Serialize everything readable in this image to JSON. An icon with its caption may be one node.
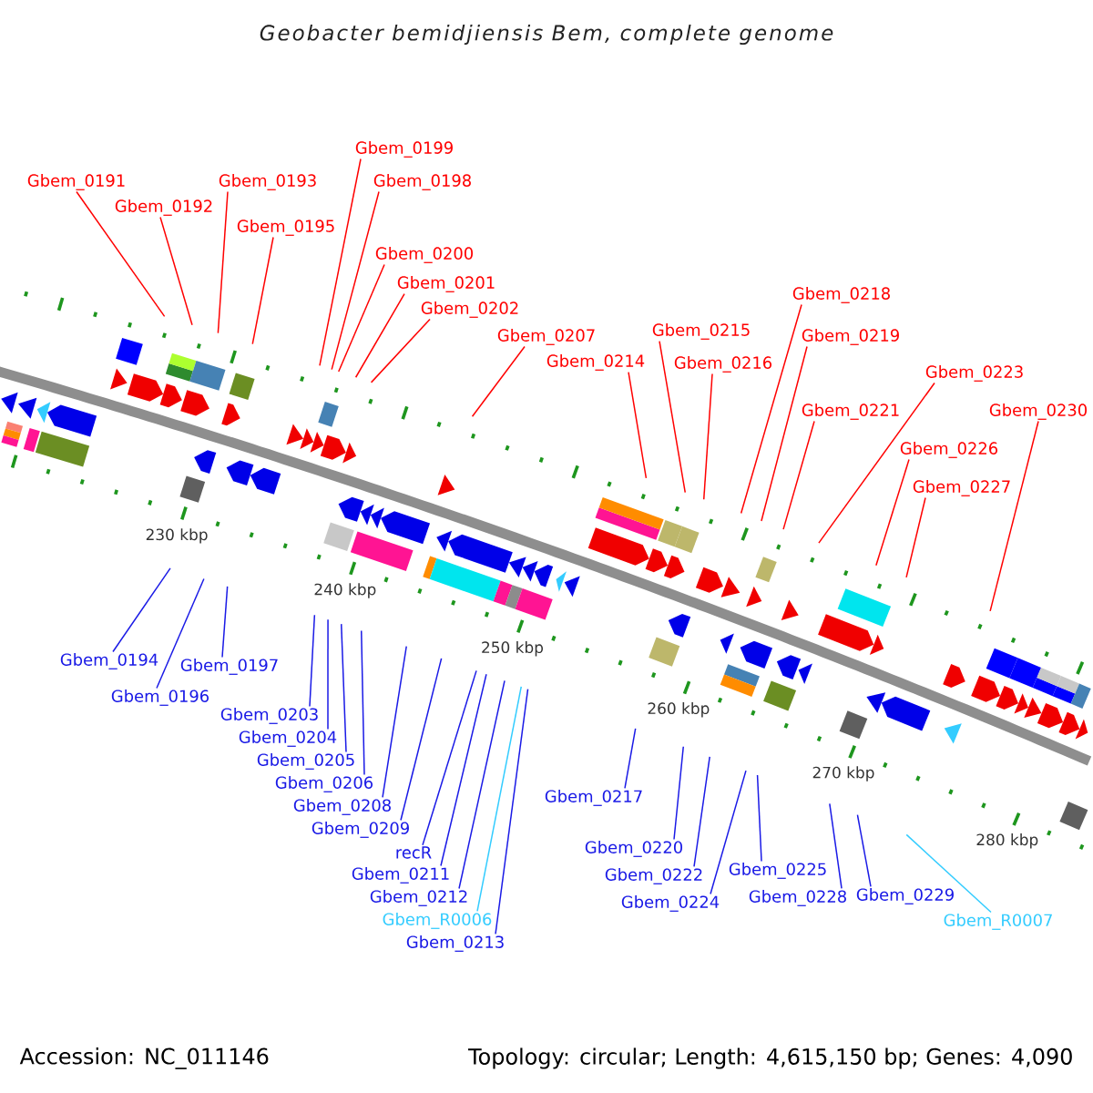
{
  "diagram": {
    "title": "Geobacter bemidjiensis Bem, complete genome",
    "nodes": [
      {
        "text": [
          "Gbem_0191"
        ]
      },
      {
        "text": [
          "Gbem_0192"
        ]
      },
      {
        "text": [
          "Gbem_0193"
        ]
      },
      {
        "text": [
          "Gbem_0194"
        ]
      },
      {
        "text": [
          "Gbem_0195"
        ]
      },
      {
        "text": [
          "Gbem_0196"
        ]
      },
      {
        "text": [
          "Gbem_0197"
        ]
      },
      {
        "text": [
          "Gbem_0198"
        ]
      },
      {
        "text": [
          "Gbem_0199"
        ]
      },
      {
        "text": [
          "Gbem_0200"
        ]
      },
      {
        "text": [
          "Gbem_0201"
        ]
      },
      {
        "text": [
          "Gbem_0202"
        ]
      },
      {
        "text": [
          "Gbem_0203"
        ]
      },
      {
        "text": [
          "Gbem_0204"
        ]
      },
      {
        "text": [
          "Gbem_0205"
        ]
      },
      {
        "text": [
          "Gbem_0206"
        ]
      },
      {
        "text": [
          "Gbem_0207"
        ]
      },
      {
        "text": [
          "Gbem_0208"
        ]
      },
      {
        "text": [
          "Gbem_0209"
        ]
      },
      {
        "text": [
          "recR"
        ]
      },
      {
        "text": [
          "Gbem_0211"
        ]
      },
      {
        "text": [
          "Gbem_0212"
        ]
      },
      {
        "text": [
          "Gbem_R0006"
        ]
      },
      {
        "text": [
          "Gbem_0213"
        ]
      },
      {
        "text": [
          "Gbem_0214"
        ]
      },
      {
        "text": [
          "Gbem_0215"
        ]
      },
      {
        "text": [
          "Gbem_0216"
        ]
      },
      {
        "text": [
          "Gbem_0217"
        ]
      },
      {
        "text": [
          "Gbem_0218"
        ]
      },
      {
        "text": [
          "Gbem_0219"
        ]
      },
      {
        "text": [
          "Gbem_0220"
        ]
      },
      {
        "text": [
          "Gbem_0221"
        ]
      },
      {
        "text": [
          "Gbem_0222"
        ]
      },
      {
        "text": [
          "Gbem_0223"
        ]
      },
      {
        "text": [
          "Gbem_0224"
        ]
      },
      {
        "text": [
          "Gbem_0225"
        ]
      },
      {
        "text": [
          "Gbem_0226"
        ]
      },
      {
        "text": [
          "Gbem_0227"
        ]
      },
      {
        "text": [
          "Gbem_0228"
        ]
      },
      {
        "text": [
          "Gbem_0229"
        ]
      },
      {
        "text": [
          "Gbem_0230"
        ]
      },
      {
        "text": [
          "Gbem_R0007"
        ]
      }
    ],
    "edges": [
      {
        "from": 0,
        "to": null,
        "arrow": "none",
        "color": "#ff0000"
      },
      {
        "from": 1,
        "to": null,
        "arrow": "none",
        "color": "#ff0000"
      },
      {
        "from": 2,
        "to": null,
        "arrow": "none",
        "color": "#ff0000"
      },
      {
        "from": 3,
        "to": null,
        "arrow": "none",
        "color": "#1a1ae6"
      },
      {
        "from": 4,
        "to": null,
        "arrow": "none",
        "color": "#ff0000"
      },
      {
        "from": 5,
        "to": null,
        "arrow": "none",
        "color": "#1a1ae6"
      },
      {
        "from": 6,
        "to": null,
        "arrow": "none",
        "color": "#1a1ae6"
      },
      {
        "from": 7,
        "to": null,
        "arrow": "none",
        "color": "#ff0000"
      },
      {
        "from": 8,
        "to": null,
        "arrow": "none",
        "color": "#ff0000"
      },
      {
        "from": 9,
        "to": null,
        "arrow": "none",
        "color": "#ff0000"
      },
      {
        "from": 10,
        "to": null,
        "arrow": "none",
        "color": "#ff0000"
      },
      {
        "from": 11,
        "to": null,
        "arrow": "none",
        "color": "#ff0000"
      },
      {
        "from": 12,
        "to": null,
        "arrow": "none",
        "color": "#1a1ae6"
      },
      {
        "from": 13,
        "to": null,
        "arrow": "none",
        "color": "#1a1ae6"
      },
      {
        "from": 14,
        "to": null,
        "arrow": "none",
        "color": "#1a1ae6"
      },
      {
        "from": 15,
        "to": null,
        "arrow": "none",
        "color": "#1a1ae6"
      },
      {
        "from": 16,
        "to": null,
        "arrow": "none",
        "color": "#ff0000"
      },
      {
        "from": 17,
        "to": null,
        "arrow": "none",
        "color": "#1a1ae6"
      },
      {
        "from": 18,
        "to": null,
        "arrow": "none",
        "color": "#1a1ae6"
      },
      {
        "from": 19,
        "to": null,
        "arrow": "none",
        "color": "#1a1ae6"
      },
      {
        "from": 20,
        "to": null,
        "arrow": "none",
        "color": "#1a1ae6"
      },
      {
        "from": 21,
        "to": null,
        "arrow": "none",
        "color": "#1a1ae6"
      },
      {
        "from": 22,
        "to": null,
        "arrow": "none",
        "color": "#33ccff"
      },
      {
        "from": 23,
        "to": null,
        "arrow": "none",
        "color": "#1a1ae6"
      },
      {
        "from": 24,
        "to": null,
        "arrow": "none",
        "color": "#ff0000"
      },
      {
        "from": 25,
        "to": null,
        "arrow": "none",
        "color": "#ff0000"
      },
      {
        "from": 26,
        "to": null,
        "arrow": "none",
        "color": "#ff0000"
      },
      {
        "from": 27,
        "to": null,
        "arrow": "none",
        "color": "#1a1ae6"
      },
      {
        "from": 28,
        "to": null,
        "arrow": "none",
        "color": "#ff0000"
      },
      {
        "from": 29,
        "to": null,
        "arrow": "none",
        "color": "#ff0000"
      },
      {
        "from": 30,
        "to": null,
        "arrow": "none",
        "color": "#1a1ae6"
      },
      {
        "from": 31,
        "to": null,
        "arrow": "none",
        "color": "#ff0000"
      },
      {
        "from": 32,
        "to": null,
        "arrow": "none",
        "color": "#1a1ae6"
      },
      {
        "from": 33,
        "to": null,
        "arrow": "none",
        "color": "#ff0000"
      },
      {
        "from": 34,
        "to": null,
        "arrow": "none",
        "color": "#1a1ae6"
      },
      {
        "from": 35,
        "to": null,
        "arrow": "none",
        "color": "#1a1ae6"
      },
      {
        "from": 36,
        "to": null,
        "arrow": "none",
        "color": "#ff0000"
      },
      {
        "from": 37,
        "to": null,
        "arrow": "none",
        "color": "#ff0000"
      },
      {
        "from": 38,
        "to": null,
        "arrow": "none",
        "color": "#1a1ae6"
      },
      {
        "from": 39,
        "to": null,
        "arrow": "none",
        "color": "#1a1ae6"
      },
      {
        "from": 40,
        "to": null,
        "arrow": "none",
        "color": "#ff0000"
      },
      {
        "from": 41,
        "to": null,
        "arrow": "none",
        "color": "#33ccff"
      }
    ],
    "labels": [
      "230 kbp",
      "240 kbp",
      "250 kbp",
      "260 kbp",
      "270 kbp",
      "280 kbp",
      "Accession: NC_011146",
      "Topology: circular; Length: 4,615,150 bp; Genes: 4,090"
    ]
  }
}
